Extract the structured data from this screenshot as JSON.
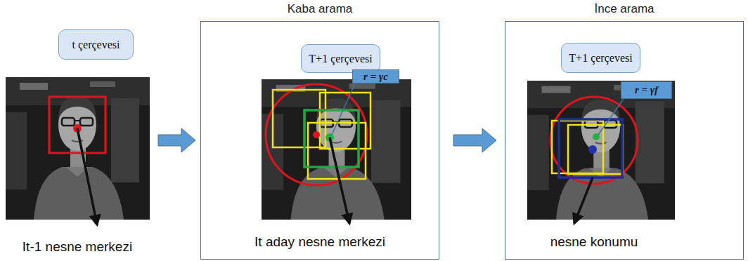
{
  "diagram": {
    "nodes": [
      {
        "text": [
          "t çerçevesi"
        ]
      },
      {
        "text": [
          "Kaba arama"
        ]
      },
      {
        "text": [
          "T+1 çerçevesi"
        ],
        "in": 1
      },
      {
        "text": [
          "r = γc"
        ],
        "in": 1
      },
      {
        "text": [
          "İnce arama"
        ]
      },
      {
        "text": [
          "T+1 çerçevesi"
        ],
        "in": 4
      },
      {
        "text": [
          "r = γf"
        ],
        "in": 4
      }
    ],
    "edges": [
      {
        "from": 1,
        "to": 4,
        "arrow": "to"
      }
    ],
    "labels": [
      "It-1 nesne merkezi",
      "It aday nesne merkezi",
      "nesne konumu"
    ]
  }
}
